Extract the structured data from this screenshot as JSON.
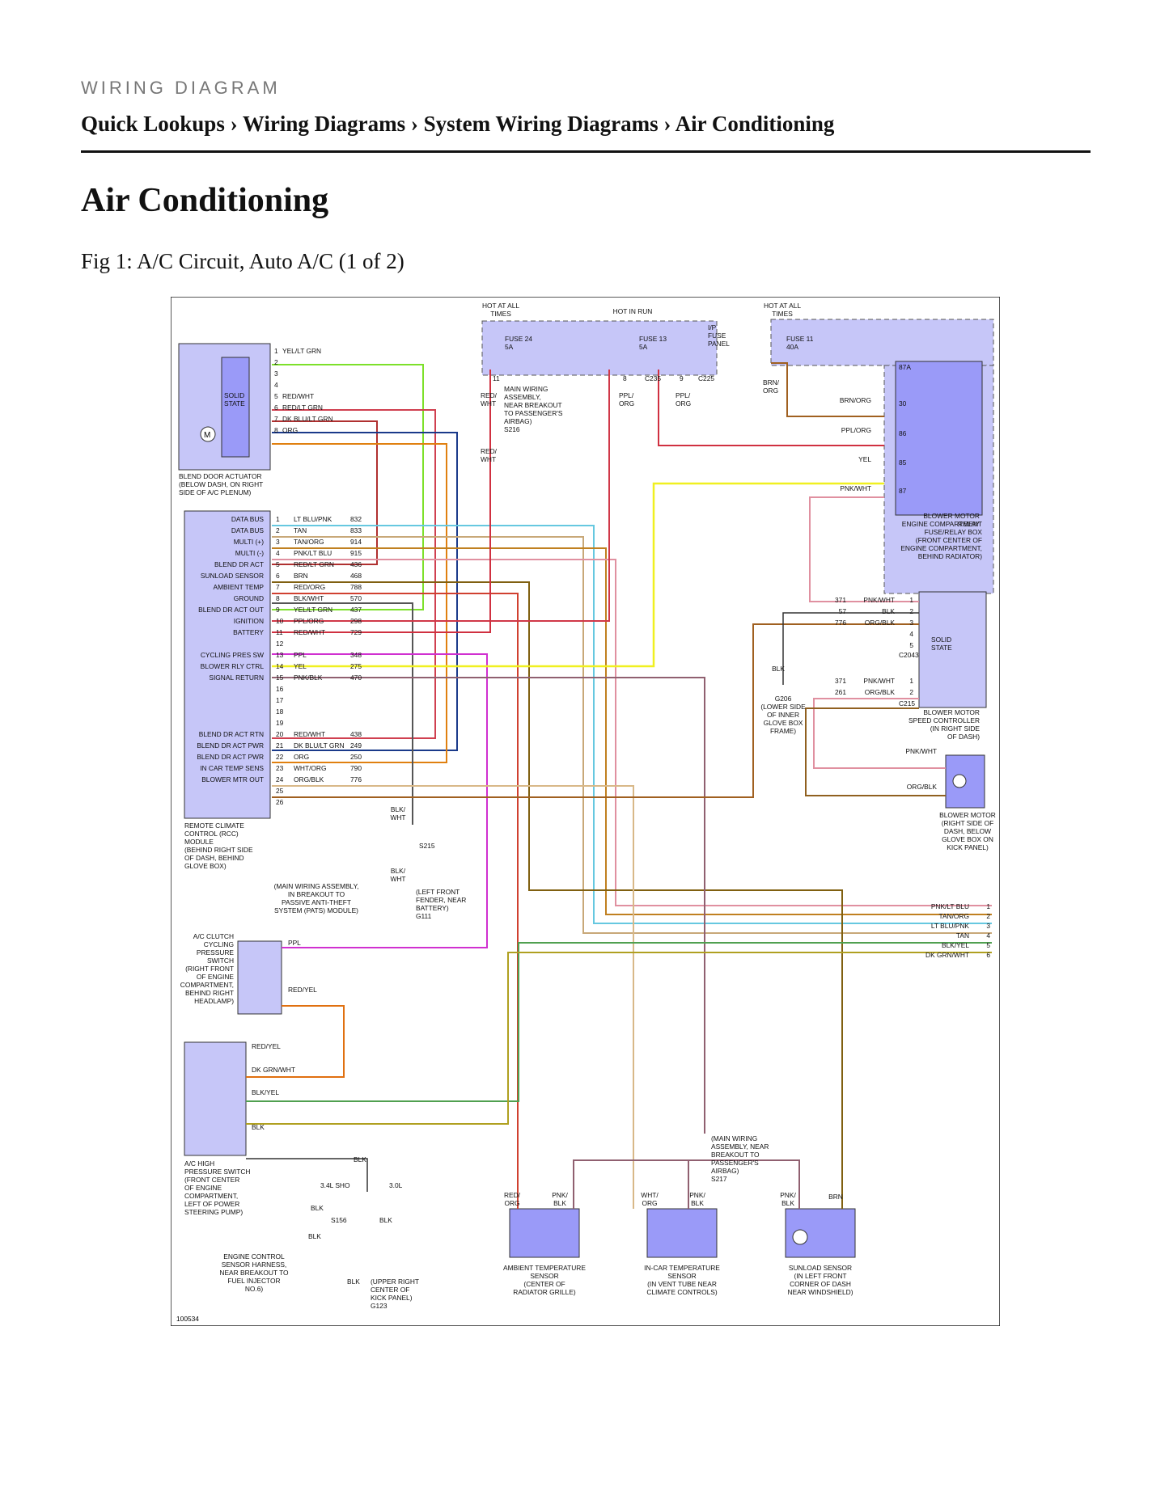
{
  "header": {
    "kicker": "WIRING DIAGRAM",
    "breadcrumb": [
      "Quick Lookups",
      "Wiring Diagrams",
      "System Wiring Diagrams",
      "Air Conditioning"
    ],
    "separator": "›"
  },
  "page_title": "Air Conditioning",
  "figure_caption": "Fig 1: A/C Circuit, Auto A/C (1 of 2)",
  "figure_id": "100534",
  "colors": {
    "component_fill": "#9a9af8",
    "box_fill": "#c6c6f8",
    "dashed": "#555"
  },
  "labels": {
    "hot_all_1": [
      "HOT AT ALL",
      "TIMES"
    ],
    "hot_run": "HOT IN RUN",
    "hot_all_2": [
      "HOT AT ALL",
      "TIMES"
    ],
    "fuse24": [
      "FUSE 24",
      "5A"
    ],
    "fuse13": [
      "FUSE 13",
      "5A"
    ],
    "fuse11": [
      "FUSE 11",
      "40A"
    ],
    "ip_panel": [
      "I/P",
      "FUSE",
      "PANEL"
    ],
    "pin11": "11",
    "pin8": "8",
    "pin9": "9",
    "c235": "C235",
    "c225": "C225",
    "redwht_a": [
      "RED/",
      "WHT"
    ],
    "redwht_b": [
      "RED/",
      "WHT"
    ],
    "pplorg_a": [
      "PPL/",
      "ORG"
    ],
    "pplorg_b": [
      "PPL/",
      "ORG"
    ],
    "brnorg_a": [
      "BRN/",
      "ORG"
    ],
    "main_wiring_1": [
      "MAIN WIRING",
      "ASSEMBLY,",
      "NEAR BREAKOUT",
      "TO PASSENGER'S",
      "AIRBAG)"
    ],
    "s216": "S216",
    "blend_actuator": [
      "BLEND DOOR ACTUATOR",
      "(BELOW DASH, ON RIGHT",
      "SIDE OF A/C PLENUM)"
    ],
    "solid_state": [
      "SOLID",
      "STATE"
    ],
    "actuator_wires": [
      [
        "1",
        "YEL/LT GRN"
      ],
      [
        "2",
        ""
      ],
      [
        "3",
        ""
      ],
      [
        "4",
        ""
      ],
      [
        "5",
        "RED/WHT"
      ],
      [
        "6",
        "RED/LT GRN"
      ],
      [
        "7",
        "DK BLU/LT GRN"
      ],
      [
        "8",
        "ORG"
      ]
    ],
    "relay_title": [
      "BLOWER MOTOR",
      "RELAY"
    ],
    "relay_pins": [
      "87A",
      "30",
      "86",
      "85",
      "87"
    ],
    "relay_wires": [
      "BRN/ORG",
      "PPL/ORG",
      "YEL",
      "PNK/WHT"
    ],
    "ec_box": [
      "ENGINE COMPARTMENT",
      "FUSE/RELAY BOX",
      "(FRONT CENTER OF",
      "ENGINE COMPARTMENT,",
      "BEHIND RADIATOR)"
    ],
    "rcc_pins": [
      [
        "DATA BUS",
        "1",
        "LT BLU/PNK",
        "832"
      ],
      [
        "DATA BUS",
        "2",
        "TAN",
        "833"
      ],
      [
        "MULTI (+)",
        "3",
        "TAN/ORG",
        "914"
      ],
      [
        "MULTI (-)",
        "4",
        "PNK/LT BLU",
        "915"
      ],
      [
        "BLEND DR ACT",
        "5",
        "RED/LT GRN",
        "436"
      ],
      [
        "SUNLOAD SENSOR",
        "6",
        "BRN",
        "468"
      ],
      [
        "AMBIENT TEMP",
        "7",
        "RED/ORG",
        "788"
      ],
      [
        "GROUND",
        "8",
        "BLK/WHT",
        "570"
      ],
      [
        "BLEND DR ACT OUT",
        "9",
        "YEL/LT GRN",
        "437"
      ],
      [
        "IGNITION",
        "10",
        "PPL/ORG",
        "298"
      ],
      [
        "BATTERY",
        "11",
        "RED/WHT",
        "729"
      ],
      [
        "",
        "12",
        "",
        ""
      ],
      [
        "CYCLING PRES SW",
        "13",
        "PPL",
        "348"
      ],
      [
        "BLOWER RLY CTRL",
        "14",
        "YEL",
        "275"
      ],
      [
        "SIGNAL RETURN",
        "15",
        "PNK/BLK",
        "470"
      ],
      [
        "",
        "16",
        "",
        ""
      ],
      [
        "",
        "17",
        "",
        ""
      ],
      [
        "",
        "18",
        "",
        ""
      ],
      [
        "",
        "19",
        "",
        ""
      ],
      [
        "BLEND DR ACT RTN",
        "20",
        "RED/WHT",
        "438"
      ],
      [
        "BLEND DR ACT PWR",
        "21",
        "DK BLU/LT GRN",
        "249"
      ],
      [
        "BLEND DR ACT PWR",
        "22",
        "ORG",
        "250"
      ],
      [
        "IN CAR TEMP SENS",
        "23",
        "WHT/ORG",
        "790"
      ],
      [
        "BLOWER MTR OUT",
        "24",
        "ORG/BLK",
        "776"
      ],
      [
        "",
        "25",
        "",
        ""
      ],
      [
        "",
        "26",
        "",
        ""
      ]
    ],
    "rcc_module": [
      "REMOTE CLIMATE",
      "CONTROL (RCC)",
      "MODULE",
      "(BEHIND RIGHT SIDE",
      "OF DASH, BEHIND",
      "GLOVE BOX)"
    ],
    "blkwht_a": [
      "BLK/",
      "WHT"
    ],
    "s215": "S215",
    "blkwht_b": [
      "BLK/",
      "WHT"
    ],
    "pats": [
      "(MAIN WIRING ASSEMBLY,",
      "IN BREAKOUT TO",
      "PASSIVE ANTI-THEFT",
      "SYSTEM (PATS) MODULE)"
    ],
    "g111": [
      "(LEFT FRONT",
      "FENDER, NEAR",
      "BATTERY)",
      "G111"
    ],
    "speed_ctrl_wires": [
      [
        "371",
        "PNK/WHT",
        "1"
      ],
      [
        "57",
        "BLK",
        "2"
      ],
      [
        "776",
        "ORG/BLK",
        "3"
      ],
      [
        "",
        "",
        "4"
      ],
      [
        "",
        "",
        "5"
      ]
    ],
    "c2043": "C2043",
    "speed_ctrl_wires2": [
      [
        "371",
        "PNK/WHT",
        "1"
      ],
      [
        "261",
        "ORG/BLK",
        "2"
      ]
    ],
    "c215": "C215",
    "speed_ctrl": [
      "BLOWER MOTOR",
      "SPEED CONTROLLER",
      "(IN RIGHT SIDE",
      "OF DASH)"
    ],
    "blk": "BLK",
    "g206": [
      "G206",
      "(LOWER SIDE",
      "OF INNER",
      "GLOVE BOX",
      "FRAME)"
    ],
    "blower_wires": [
      "PNK/WHT",
      "ORG/BLK"
    ],
    "blower_motor": [
      "BLOWER MOTOR",
      "(RIGHT SIDE OF",
      "DASH, BELOW",
      "GLOVE BOX ON",
      "KICK PANEL)"
    ],
    "right_conn": [
      [
        "PNK/LT BLU",
        "1"
      ],
      [
        "TAN/ORG",
        "2"
      ],
      [
        "LT BLU/PNK",
        "3"
      ],
      [
        "TAN",
        "4"
      ],
      [
        "BLK/YEL",
        "5"
      ],
      [
        "DK GRN/WHT",
        "6"
      ]
    ],
    "clutch_switch": [
      "A/C CLUTCH",
      "CYCLING",
      "PRESSURE",
      "SWITCH",
      "(RIGHT FRONT",
      "OF ENGINE",
      "COMPARTMENT,",
      "BEHIND RIGHT",
      "HEADLAMP)"
    ],
    "ppl": "PPL",
    "redyel_a": "RED/YEL",
    "redyel_b": "RED/YEL",
    "dkgrnwht": "DK GRN/WHT",
    "blkyel": "BLK/YEL",
    "blk_b": "BLK",
    "hp_switch": [
      "A/C HIGH",
      "PRESSURE SWITCH",
      "(FRONT CENTER",
      "OF ENGINE",
      "COMPARTMENT,",
      "LEFT OF POWER",
      "STEERING PUMP)"
    ],
    "blk_c": "BLK",
    "sho": "3.4L SHO",
    "l30": "3.0L",
    "blk_d": "BLK",
    "s156": "S156",
    "blk_e": "BLK",
    "blk_f": "BLK",
    "ecs_harness": [
      "ENGINE CONTROL",
      "SENSOR HARNESS,",
      "NEAR BREAKOUT TO",
      "FUEL INJECTOR",
      "NO.6)"
    ],
    "blk_g": "BLK",
    "g123": [
      "(UPPER RIGHT",
      "CENTER OF",
      "KICK PANEL)",
      "G123"
    ],
    "main_wiring_2": [
      "(MAIN WIRING",
      "ASSEMBLY, NEAR",
      "BREAKOUT TO",
      "PASSENGER'S",
      "AIRBAG)",
      "S217"
    ],
    "amb_wires": [
      [
        "RED/",
        "ORG"
      ],
      [
        "PNK/",
        "BLK"
      ]
    ],
    "amb_sensor": [
      "AMBIENT TEMPERATURE",
      "SENSOR",
      "(CENTER OF",
      "RADIATOR GRILLE)"
    ],
    "incar_wires": [
      [
        "WHT/",
        "ORG"
      ],
      [
        "PNK/",
        "BLK"
      ]
    ],
    "incar_sensor": [
      "IN-CAR TEMPERATURE",
      "SENSOR",
      "(IN VENT TUBE NEAR",
      "CLIMATE CONTROLS)"
    ],
    "sun_wires": [
      [
        "PNK/",
        "BLK"
      ],
      [
        "BRN",
        ""
      ]
    ],
    "sun_sensor": [
      "SUNLOAD SENSOR",
      "(IN LEFT FRONT",
      "CORNER OF DASH",
      "NEAR WINDSHIELD)"
    ]
  }
}
